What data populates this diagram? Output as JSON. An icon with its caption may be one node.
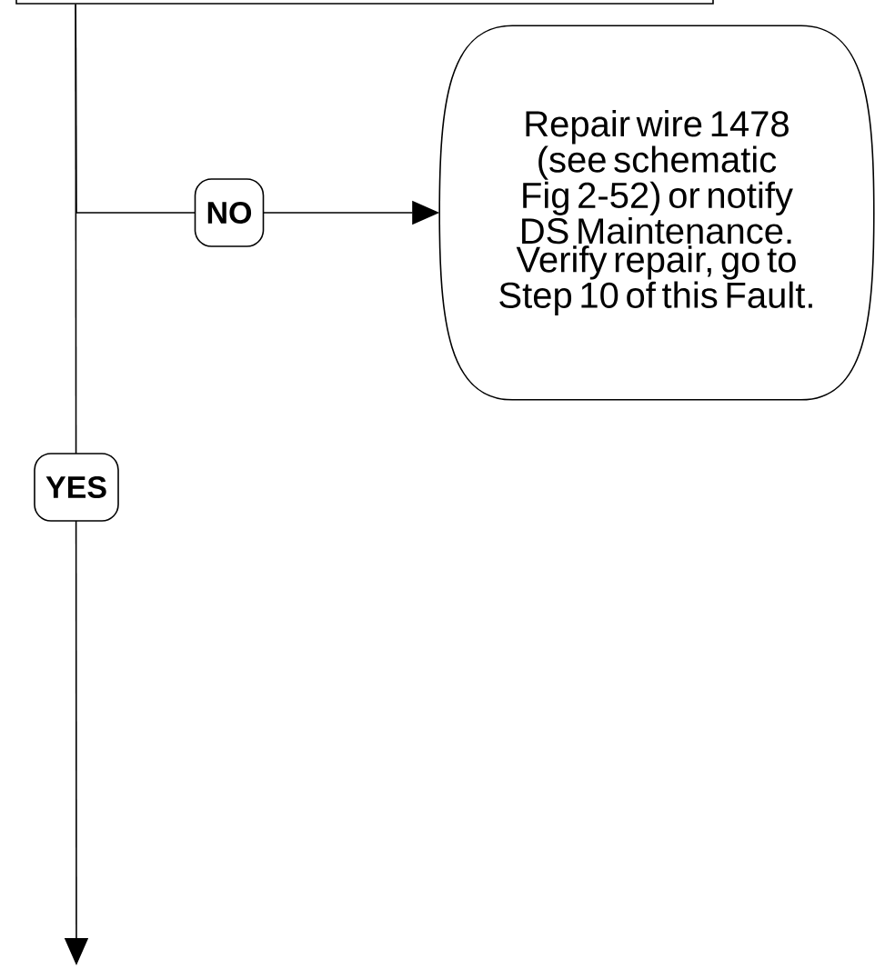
{
  "diagram": {
    "nodes": [
      {
        "text": [],
        "shape": "box"
      },
      {
        "text": [
          "Repair wire 1478 (see schematic Fig 2-52) or notify DS Maintenance. Verify repair, go to Step 10 of this Fault."
        ]
      }
    ],
    "edges": [
      {
        "from": 0,
        "to": 1,
        "arrow": "to",
        "label": "NO"
      },
      {
        "from": 0,
        "to": null,
        "arrow": "to",
        "label": "YES"
      }
    ]
  }
}
